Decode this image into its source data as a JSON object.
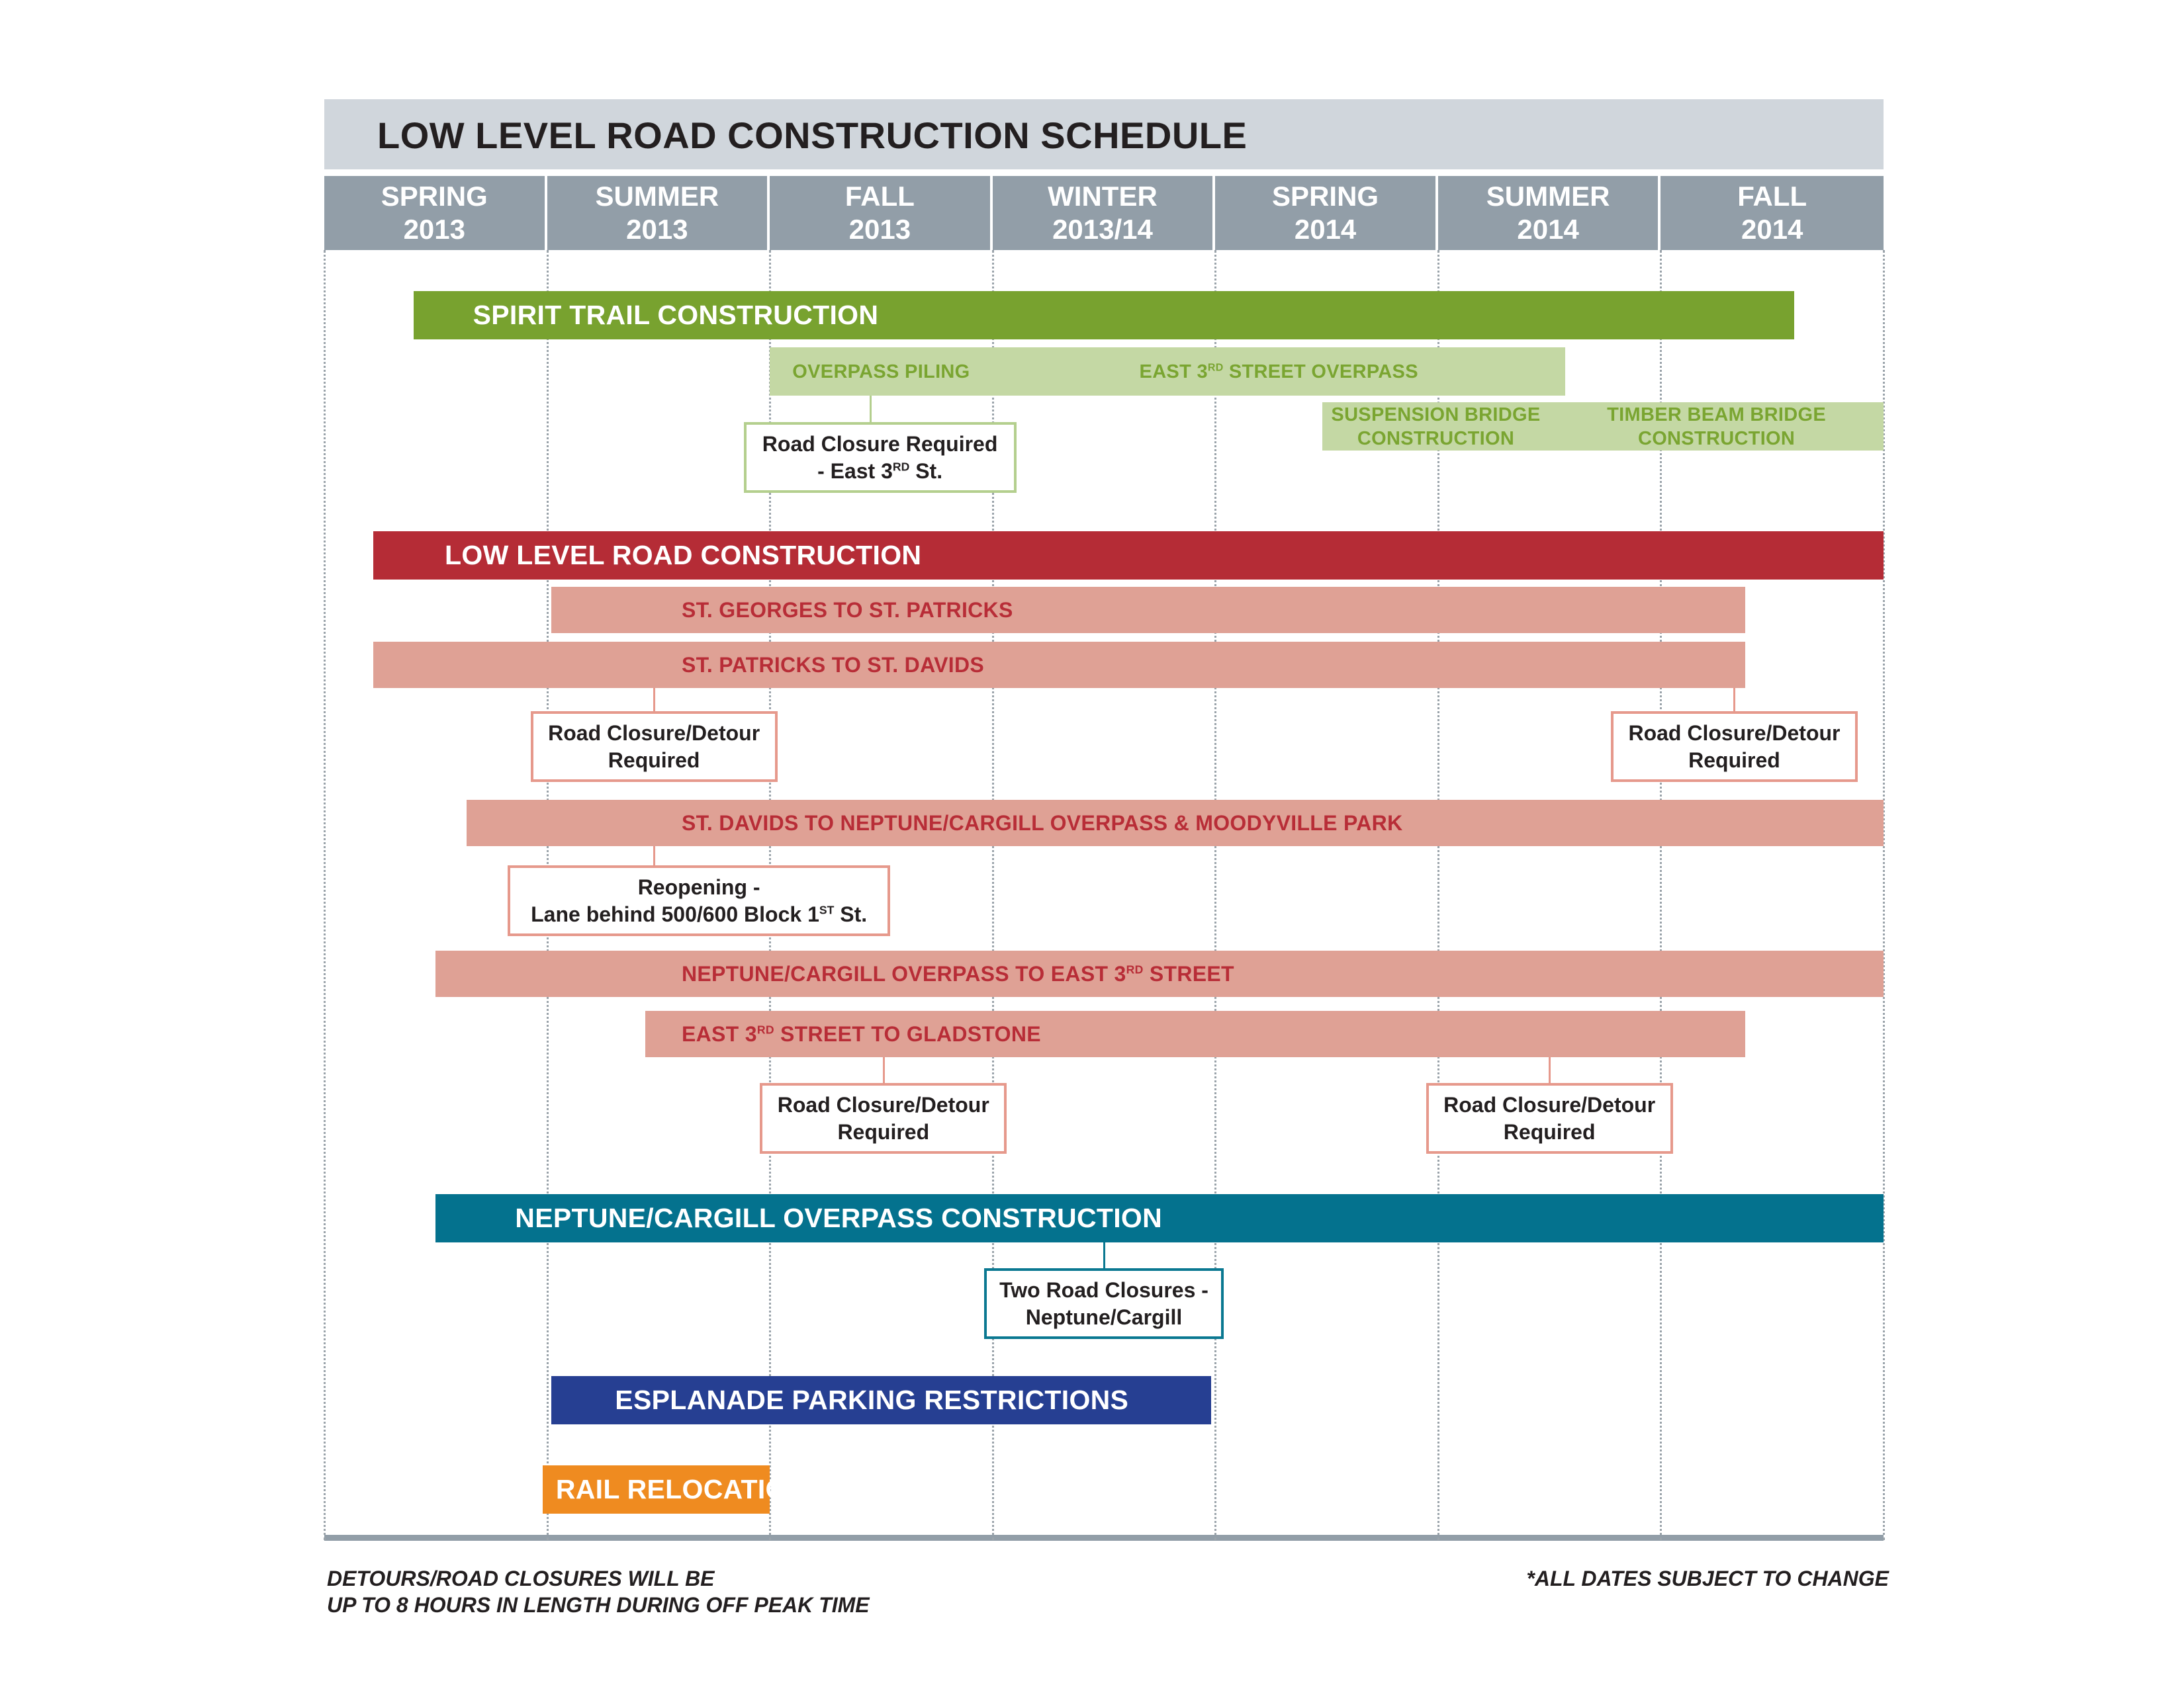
{
  "title": "LOW LEVEL ROAD CONSTRUCTION SCHEDULE",
  "chart_data": {
    "type": "gantt",
    "title": "LOW LEVEL ROAD CONSTRUCTION SCHEDULE",
    "time_axis": {
      "unit": "season",
      "range": [
        0,
        7
      ],
      "gridlines": true,
      "seasons": [
        {
          "label": "SPRING",
          "year": "2013"
        },
        {
          "label": "SUMMER",
          "year": "2013"
        },
        {
          "label": "FALL",
          "year": "2013"
        },
        {
          "label": "WINTER",
          "year": "2013/14"
        },
        {
          "label": "SPRING",
          "year": "2014"
        },
        {
          "label": "SUMMER",
          "year": "2014"
        },
        {
          "label": "FALL",
          "year": "2014"
        }
      ]
    },
    "tasks": [
      {
        "id": "spirit-trail",
        "label": "SPIRIT TRAIL CONSTRUCTION",
        "start": 0.4,
        "end": 6.6,
        "row": 0,
        "style": "major",
        "color": "#78a22f"
      },
      {
        "id": "overpass-piling",
        "label": "OVERPASS PILING",
        "start": 2.0,
        "end": 3.0,
        "row": 1,
        "style": "sub-green"
      },
      {
        "id": "east-3rd-overpass",
        "label_main": "EAST 3",
        "label_sup": "RD",
        "label_rest": " STREET OVERPASS",
        "start": 3.0,
        "end": 5.57,
        "row": 1,
        "style": "sub-green"
      },
      {
        "id": "suspension-bridge",
        "label_line1": "SUSPENSION BRIDGE",
        "label_line2": "CONSTRUCTION",
        "start": 4.48,
        "end": 5.5,
        "row": 2,
        "style": "sub-green"
      },
      {
        "id": "timber-beam-bridge",
        "label_line1": "TIMBER BEAM BRIDGE",
        "label_line2": "CONSTRUCTION",
        "start": 5.5,
        "end": 7.0,
        "row": 2,
        "style": "sub-green"
      },
      {
        "id": "low-level-road",
        "label": "LOW LEVEL ROAD CONSTRUCTION",
        "start": 0.22,
        "end": 7.0,
        "row": 3,
        "style": "major",
        "color": "#b52c36"
      },
      {
        "id": "st-georges",
        "label": "ST. GEORGES TO ST. PATRICKS",
        "start": 1.02,
        "end": 6.38,
        "row": 4,
        "style": "sub-red"
      },
      {
        "id": "st-patricks",
        "label": "ST. PATRICKS TO ST. DAVIDS",
        "start": 0.22,
        "end": 6.38,
        "row": 5,
        "style": "sub-red"
      },
      {
        "id": "st-davids",
        "label": "ST. DAVIDS TO NEPTUNE/CARGILL OVERPASS & MOODYVILLE PARK",
        "start": 0.64,
        "end": 7.0,
        "row": 6,
        "style": "sub-red"
      },
      {
        "id": "neptune-to-e3rd",
        "label_main": "NEPTUNE/CARGILL OVERPASS TO EAST 3",
        "label_sup": "RD",
        "label_rest": " STREET",
        "start": 0.5,
        "end": 7.0,
        "row": 7,
        "style": "sub-red"
      },
      {
        "id": "e3rd-to-gladstone",
        "label_main": "EAST 3",
        "label_sup": "RD",
        "label_rest": " STREET TO GLADSTONE",
        "start": 1.44,
        "end": 6.38,
        "row": 8,
        "style": "sub-red"
      },
      {
        "id": "neptune-overpass",
        "label": "NEPTUNE/CARGILL OVERPASS CONSTRUCTION",
        "start": 0.5,
        "end": 7.0,
        "row": 9,
        "style": "major",
        "color": "#04728e"
      },
      {
        "id": "esplanade-parking",
        "label": "ESPLANADE PARKING RESTRICTIONS",
        "start": 1.02,
        "end": 3.98,
        "row": 10,
        "style": "major",
        "color": "#263f92"
      },
      {
        "id": "rail-relocation",
        "label": "RAIL RELOCATION",
        "start": 0.98,
        "end": 2.0,
        "row": 11,
        "style": "major",
        "color": "#ef8b20"
      }
    ],
    "callouts": [
      {
        "id": "closure-e3rd",
        "color": "green",
        "at": 2.45,
        "row": 2,
        "line1": "Road Closure Required",
        "line2_main": "- East 3",
        "line2_sup": "RD",
        "line2_rest": " St."
      },
      {
        "id": "detour-1",
        "color": "red",
        "at": 1.48,
        "row": 5,
        "line1": "Road Closure/Detour",
        "line2": "Required"
      },
      {
        "id": "detour-2",
        "color": "red",
        "at": 6.33,
        "row": 5,
        "line1": "Road Closure/Detour",
        "line2": "Required"
      },
      {
        "id": "reopening",
        "color": "red",
        "at": 1.48,
        "row": 6,
        "line1": "Reopening -",
        "line2_main": "Lane behind 500/600 Block 1",
        "line2_sup": "ST",
        "line2_rest": " St."
      },
      {
        "id": "detour-3",
        "color": "red",
        "at": 2.51,
        "row": 8,
        "line1": "Road Closure/Detour",
        "line2": "Required"
      },
      {
        "id": "detour-4",
        "color": "red",
        "at": 5.5,
        "row": 8,
        "line1": "Road Closure/Detour",
        "line2": "Required"
      },
      {
        "id": "neptune-closures",
        "color": "teal",
        "at": 3.5,
        "row": 9,
        "line1": "Two Road Closures -",
        "line2": "Neptune/Cargill"
      }
    ]
  },
  "footnotes": {
    "left_line1": "DETOURS/ROAD CLOSURES WILL BE",
    "left_line2": "UP TO 8 HOURS IN LENGTH DURING OFF PEAK TIME",
    "right": "*ALL DATES SUBJECT TO CHANGE"
  }
}
